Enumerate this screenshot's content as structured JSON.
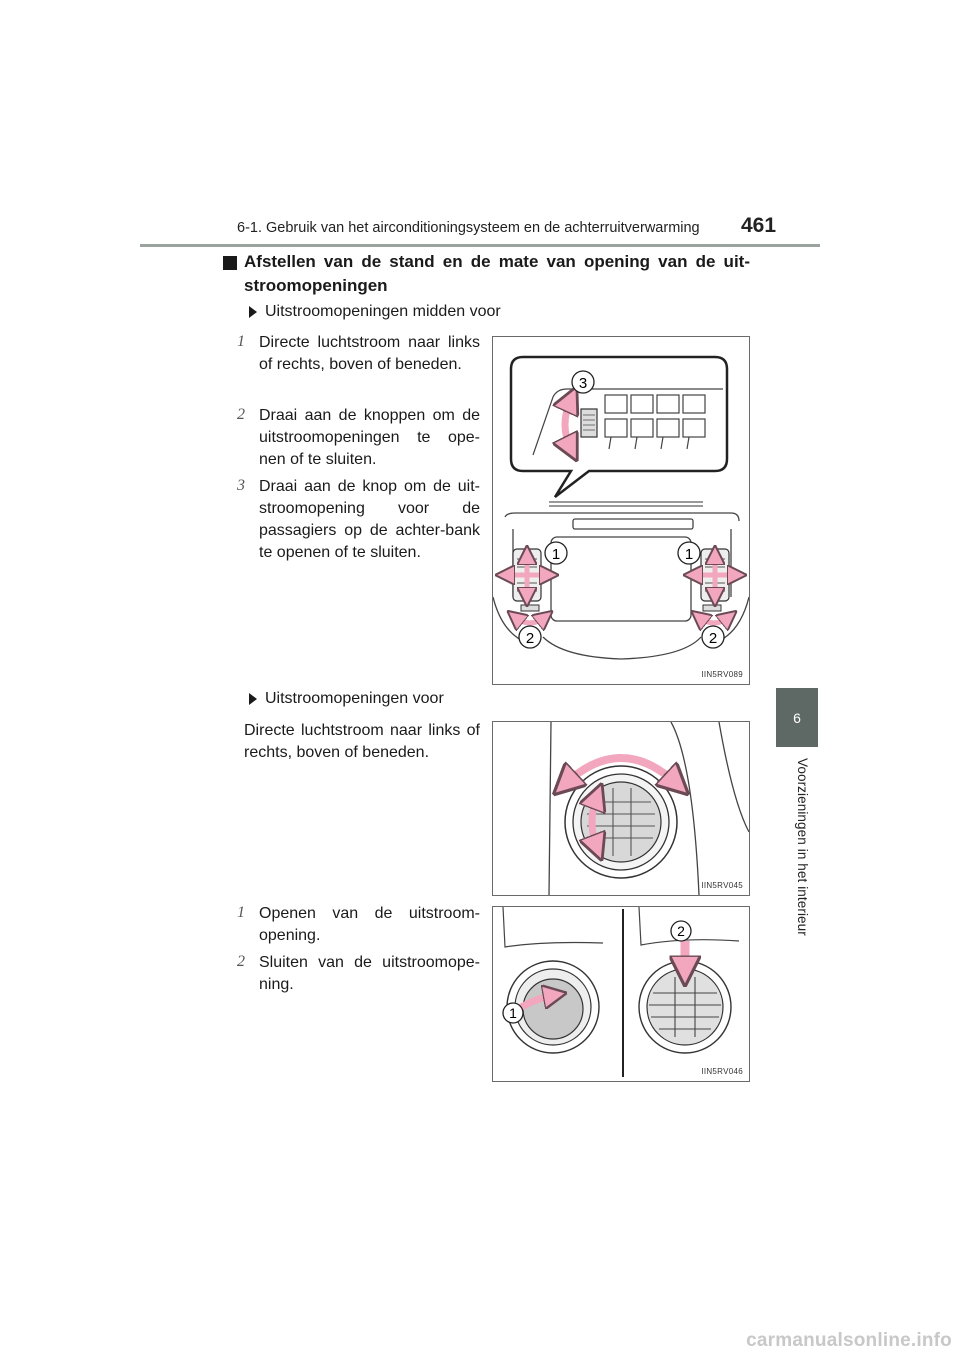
{
  "header": {
    "section_title": "6-1. Gebruik van het airconditioningsysteem en de achterruitverwarming",
    "page_number": "461"
  },
  "side_tab": {
    "chapter_number": "6",
    "chapter_title": "Voorzieningen in het interieur"
  },
  "section": {
    "title": "Afstellen van de stand en de mate van opening van de uit-stroomopeningen"
  },
  "center_vents": {
    "heading": "Uitstroomopeningen midden voor",
    "items": [
      {
        "num": "1",
        "text": "Directe luchtstroom naar links of rechts, boven of beneden."
      },
      {
        "num": "2",
        "text": "Draai aan de knoppen om de uitstroomopeningen te ope-nen of te sluiten."
      },
      {
        "num": "3",
        "text": "Draai aan de knop om de uit-stroomopening voor de passagiers op de achter-bank te openen of te sluiten."
      }
    ],
    "figure_code": "IIN5RV089",
    "labels": {
      "one": "1",
      "two": "2",
      "three": "3"
    }
  },
  "front_vents": {
    "heading": "Uitstroomopeningen voor",
    "text": "Directe luchtstroom naar links of rechts, boven of beneden.",
    "figure_code": "IIN5RV045"
  },
  "open_close": {
    "items": [
      {
        "num": "1",
        "text": "Openen van de uitstroom-opening."
      },
      {
        "num": "2",
        "text": "Sluiten van de uitstroomope-ning."
      }
    ],
    "figure_code": "IIN5RV046",
    "labels": {
      "one": "1",
      "two": "2"
    }
  },
  "footer": {
    "watermark": "carmanualsonline.info"
  },
  "colors": {
    "arrow_pink": "#f2a7bf",
    "arrow_outline": "#6b4a55",
    "tab_gray": "#5e6864",
    "rule_gray": "#9aa39e"
  }
}
